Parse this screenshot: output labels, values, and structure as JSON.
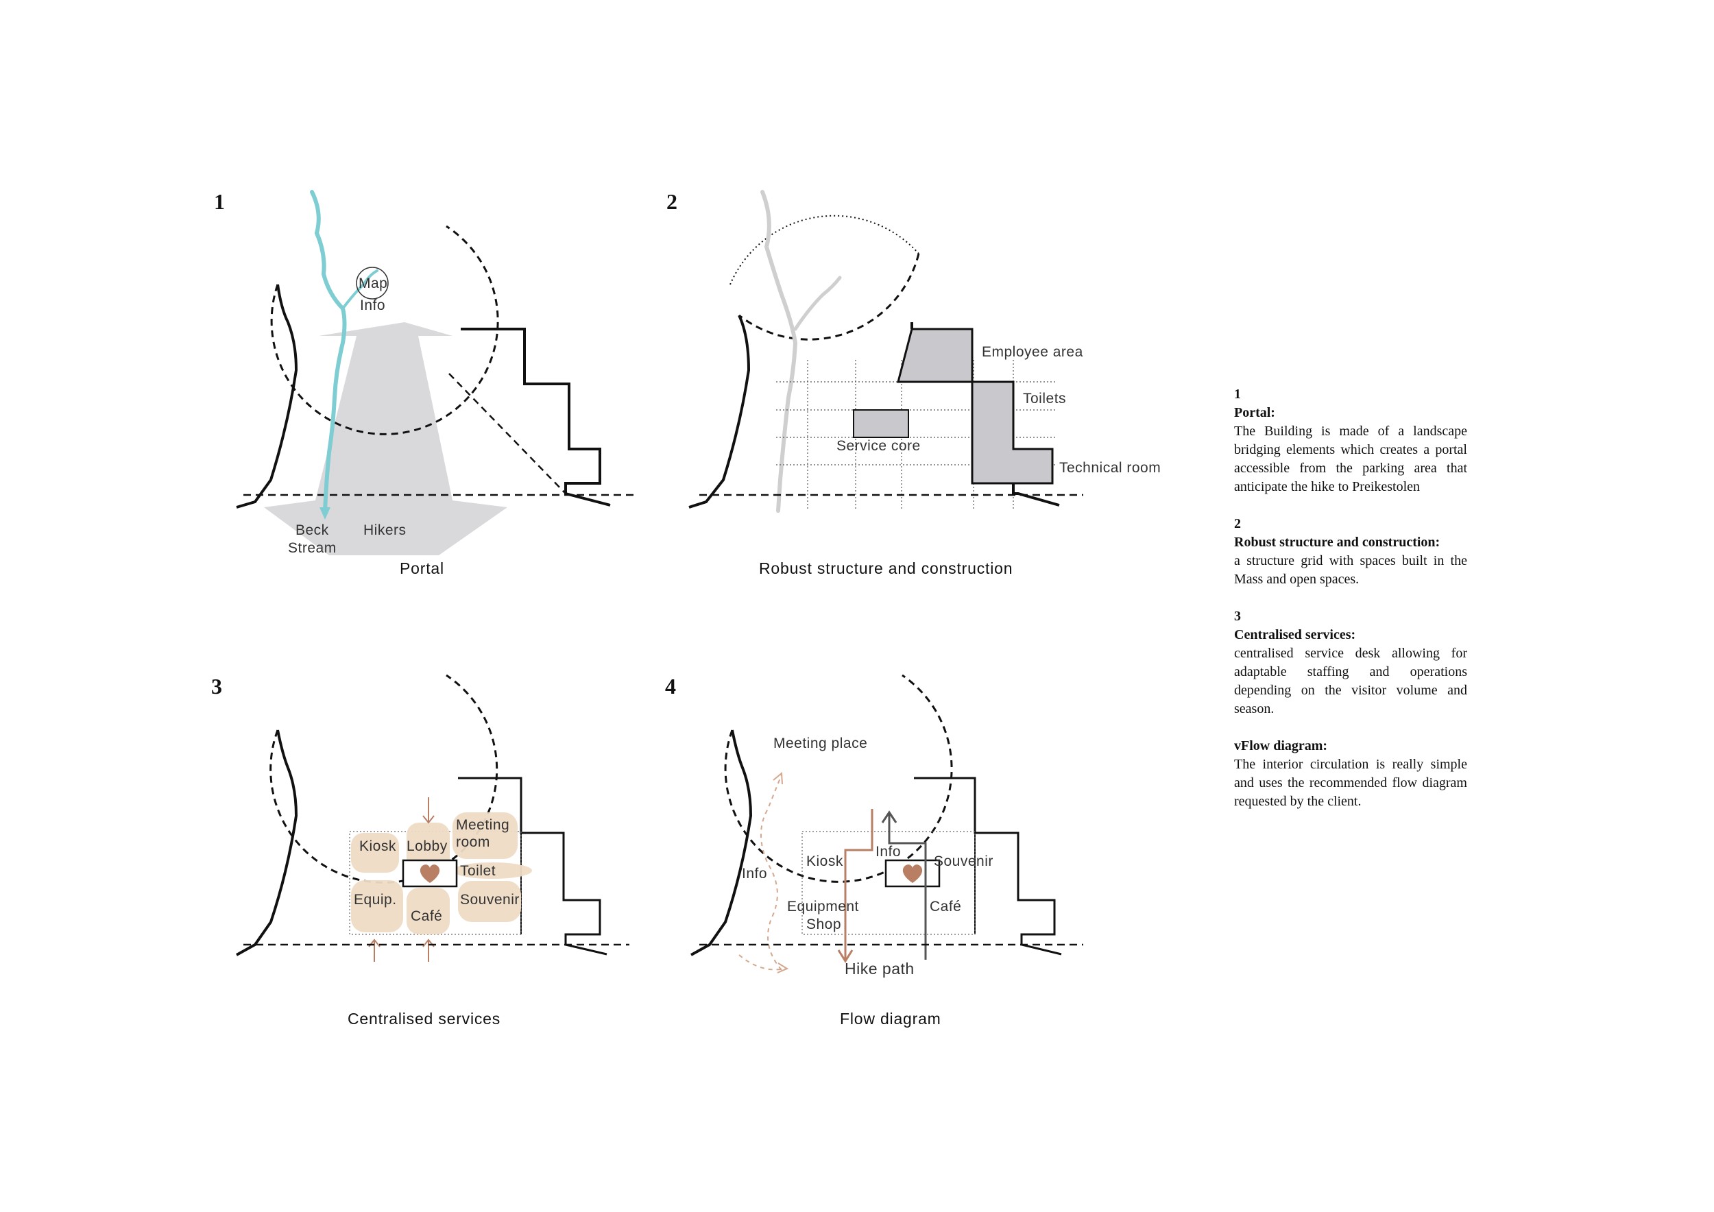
{
  "diagrams": {
    "d1": {
      "number": "1",
      "caption": "Portal",
      "labels": {
        "map": "Map",
        "info": "Info",
        "beck": "Beck",
        "stream": "Stream",
        "hikers": "Hikers"
      }
    },
    "d2": {
      "number": "2",
      "caption": "Robust structure and construction",
      "labels": {
        "employee_area": "Employee area",
        "toilets": "Toilets",
        "service_core": "Service core",
        "technical_room": "Technical room"
      }
    },
    "d3": {
      "number": "3",
      "caption": "Centralised services",
      "labels": {
        "kiosk": "Kiosk",
        "lobby": "Lobby",
        "meeting": "Meeting",
        "room": "room",
        "toilet": "Toilet",
        "equip": "Equip.",
        "cafe": "Café",
        "souvenir": "Souvenir"
      }
    },
    "d4": {
      "number": "4",
      "caption": "Flow diagram",
      "labels": {
        "meeting_place": "Meeting place",
        "info_left": "Info",
        "kiosk": "Kiosk",
        "info": "Info",
        "souvenir": "Souvenir",
        "equipment": "Equipment",
        "shop": "Shop",
        "cafe": "Café",
        "hike_path": "Hike path"
      }
    }
  },
  "colors": {
    "stream": "#7dcdd3",
    "arrow_fill": "#d9d9dc",
    "mass_fill": "#c9c8cd",
    "space_fill": "#efdcc6",
    "accent": "#b87f65"
  },
  "sidebar": [
    {
      "number": "1",
      "title": "Portal:",
      "text": "The Building is made of a landscape bridging elements which creates a portal accessible from the parking area that anticipate the hike to Preikestolen"
    },
    {
      "number": "2",
      "title": "Robust structure and construction:",
      "text": "a structure grid with spaces built in the Mass and open spaces."
    },
    {
      "number": "3",
      "title": "Centralised services:",
      "text": "centralised service desk allowing for adaptable staffing and operations depending on the visitor volume and season."
    },
    {
      "number": "",
      "title": "vFlow diagram:",
      "text": "The interior circulation is really simple and uses the recommended flow diagram requested by the client."
    }
  ]
}
